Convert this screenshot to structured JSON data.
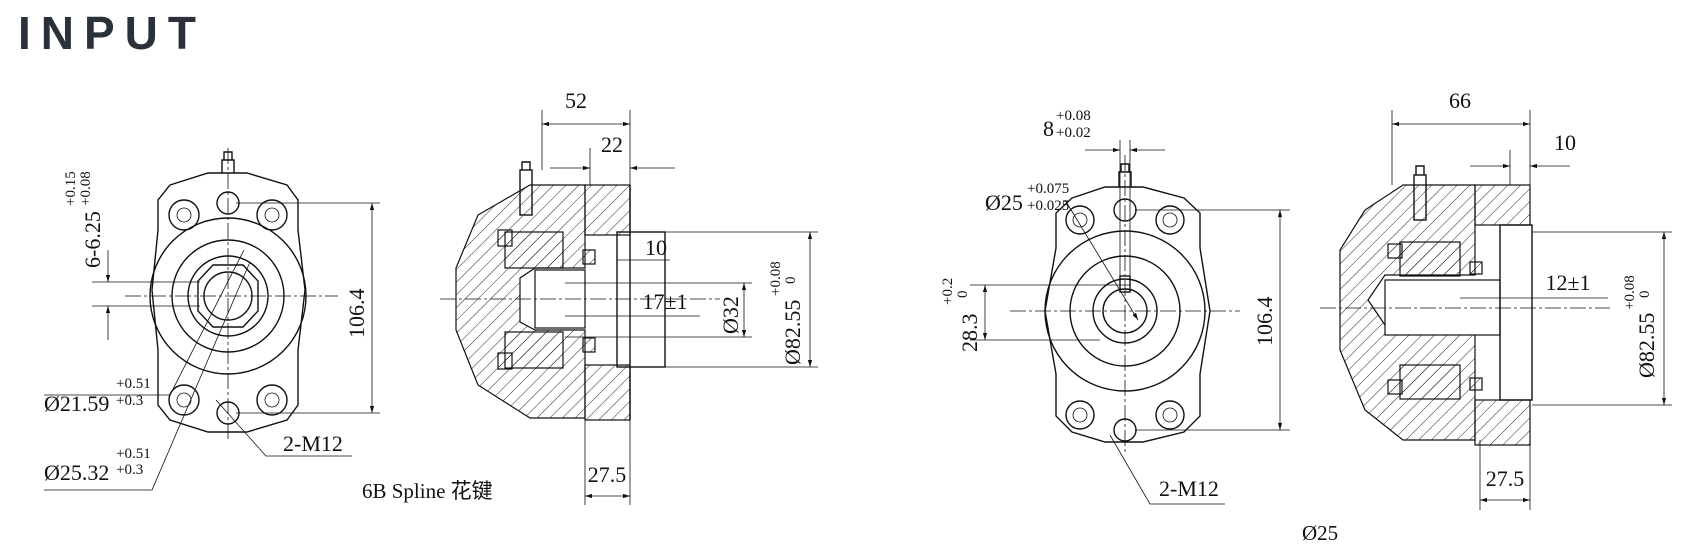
{
  "title": "INPUT",
  "left_views": {
    "front": {
      "tol_6_625": {
        "base": "6-6.25",
        "upper": "+0.15",
        "lower": "+0.08"
      },
      "dim_106_4": "106.4",
      "dia_21_59": {
        "base": "Ø21.59",
        "upper": "+0.51",
        "lower": "+0.3"
      },
      "dia_25_32": {
        "base": "Ø25.32",
        "upper": "+0.51",
        "lower": "+0.3"
      },
      "thread": "2-M12",
      "caption": "6B Spline 花键"
    },
    "section": {
      "dim_52": "52",
      "dim_22": "22",
      "dim_10": "10",
      "dim_17": "17±1",
      "dia_32": "Ø32",
      "dia_82_55": {
        "base": "Ø82.55",
        "upper": "+0.08",
        "lower": "0"
      },
      "dim_27_5": "27.5"
    }
  },
  "right_views": {
    "front": {
      "key_8": {
        "base": "8",
        "upper": "+0.08",
        "lower": "+0.02"
      },
      "dia_25": {
        "base": "Ø25",
        "upper": "+0.075",
        "lower": "+0.025"
      },
      "dim_28_3": {
        "base": "28.3",
        "upper": "+0.2",
        "lower": "0"
      },
      "dim_106_4": "106.4",
      "thread": "2-M12",
      "caption": "Ø25"
    },
    "section": {
      "dim_66": "66",
      "dim_10": "10",
      "dim_12": "12±1",
      "dia_82_55": {
        "base": "Ø82.55",
        "upper": "+0.08",
        "lower": "0"
      },
      "dim_27_5": "27.5"
    }
  }
}
